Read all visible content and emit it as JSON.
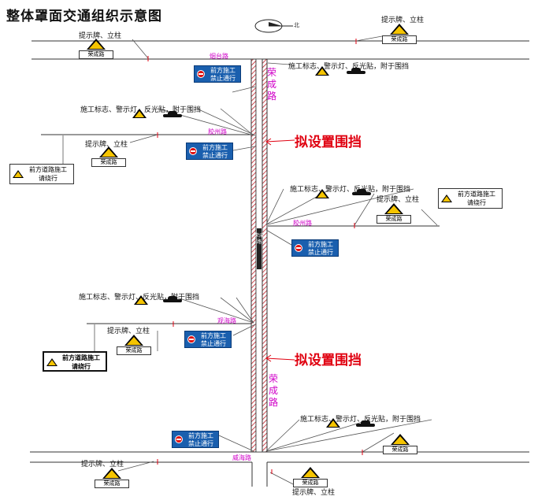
{
  "title": "整体罩面交通组织示意图",
  "compass_label": "北",
  "roads": {
    "yantai": "烟台路",
    "jiaozhou_left": "胶州路",
    "jiaozhou_right": "胶州路",
    "guanxian": "观海路",
    "weihai": "威海路",
    "rongcheng_vertical": "荣成路",
    "main_road_marker": "荣成路"
  },
  "fence_label": "拟设置围挡",
  "notes": {
    "post": "提示牌、立柱",
    "construction": "施工标志、警示灯、反光贴，附于围挡"
  },
  "closure_sign": {
    "line1": "前方施工",
    "line2": "禁止通行"
  },
  "road_sign_label": "荣成路",
  "detour_sign": {
    "line1": "前方道路施工",
    "line2": "请绕行"
  },
  "colors": {
    "road_line": "#333333",
    "leader": "#555555",
    "arrow": "#e00010",
    "road_name": "#d000c8",
    "sign_blue": "#1a5fae",
    "warning_yellow": "#f5c400"
  }
}
